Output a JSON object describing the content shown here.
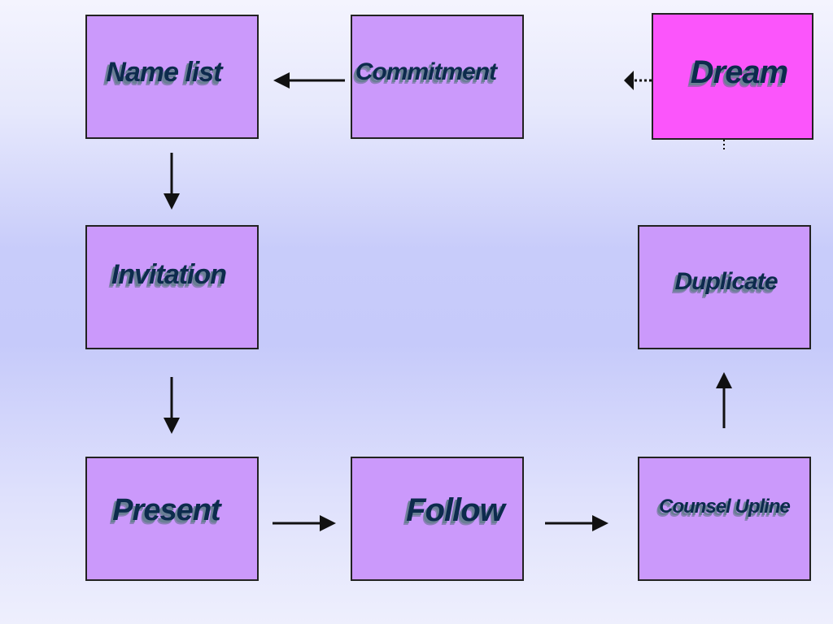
{
  "diagram": {
    "nodes": {
      "name_list": "Name list",
      "commitment": "Commitment",
      "dream": "Dream",
      "invitation": "Invitation",
      "duplicate": "Duplicate",
      "present": "Present",
      "follow": "Follow",
      "counsel_upline": "Counsel Upline"
    },
    "colors": {
      "box_fill": "#cb99fb",
      "dream_fill": "#fb55fb",
      "text": "#0d2b4d",
      "arrow": "#111111"
    }
  }
}
